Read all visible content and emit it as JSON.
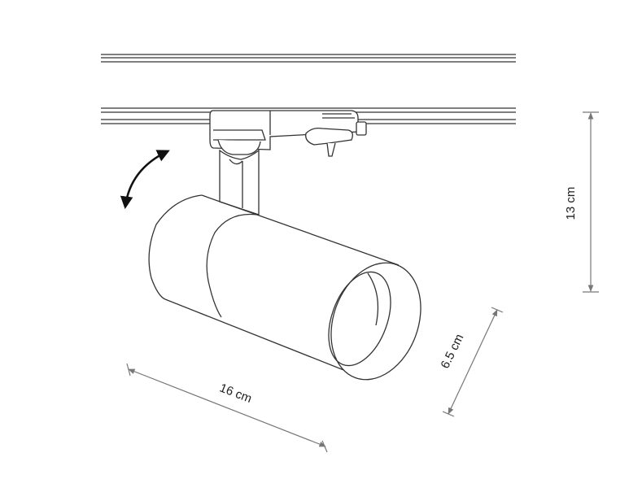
{
  "dimensions": {
    "length": "16 cm",
    "diameter": "6.5 cm",
    "height": "13 cm"
  },
  "colors": {
    "line": "#333333",
    "dimension": "#777777",
    "arrow": "#111111",
    "background": "#ffffff"
  },
  "icons": {
    "rotation": "curved-double-arrow-icon"
  }
}
